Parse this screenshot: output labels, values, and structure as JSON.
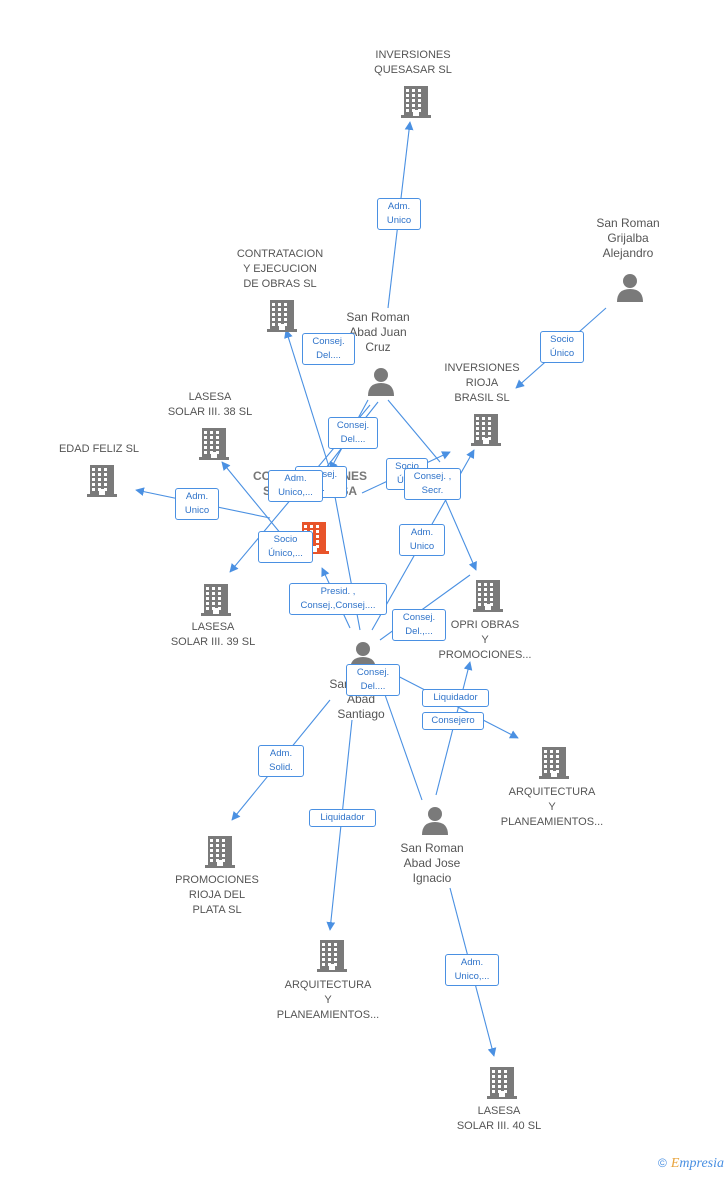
{
  "nodes": [
    {
      "id": "inv_quesasar",
      "type": "company",
      "label": "INVERSIONES\nQUESASAR SL"
    },
    {
      "id": "contratacion",
      "type": "company",
      "label": "CONTRATACION\nY EJECUCION\nDE OBRAS SL"
    },
    {
      "id": "sr_grijalba",
      "type": "person",
      "label": "San Roman\nGrijalba\nAlejandro"
    },
    {
      "id": "sr_juan_cruz",
      "type": "person",
      "label": "San Roman\nAbad Juan\nCruz"
    },
    {
      "id": "inv_rioja",
      "type": "company",
      "label": "INVERSIONES\nRIOJA\nBRASIL SL"
    },
    {
      "id": "lasesa38",
      "type": "company",
      "label": "LASESA\nSOLAR III.  38 SL"
    },
    {
      "id": "edad_feliz",
      "type": "company",
      "label": "EDAD FELIZ SL"
    },
    {
      "id": "center",
      "type": "focus",
      "label": "CONSTRUCCIONES\nSAN ROMAN SA"
    },
    {
      "id": "lasesa39",
      "type": "company",
      "label": "LASESA\nSOLAR III.  39 SL"
    },
    {
      "id": "opri",
      "type": "company",
      "label": "OPRI OBRAS\nY\nPROMOCIONES..."
    },
    {
      "id": "sr_santiago",
      "type": "person",
      "label": "San Roman\nAbad\nSantiago"
    },
    {
      "id": "arq1",
      "type": "company",
      "label": "ARQUITECTURA\nY\nPLANEAMIENTOS..."
    },
    {
      "id": "sr_jose",
      "type": "person",
      "label": "San Roman\nAbad Jose\nIgnacio"
    },
    {
      "id": "prom_rioja",
      "type": "company",
      "label": "PROMOCIONES\nRIOJA DEL\nPLATA SL"
    },
    {
      "id": "arq2",
      "type": "company",
      "label": "ARQUITECTURA\nY\nPLANEAMIENTOS..."
    },
    {
      "id": "lasesa40",
      "type": "company",
      "label": "LASESA\nSOLAR III.  40 SL"
    }
  ],
  "edge_labels": [
    {
      "id": "e_quesasar",
      "text": "Adm.\nUnico"
    },
    {
      "id": "e_grijalba",
      "text": "Socio\nÚnico"
    },
    {
      "id": "e_contrat",
      "text": "Consej.\nDel...."
    },
    {
      "id": "e_jc_center",
      "text": "Consej.\nDel...."
    },
    {
      "id": "e_jc_center2",
      "text": "Consej.\n..."
    },
    {
      "id": "e_jc_adm",
      "text": "Adm.\nUnico,..."
    },
    {
      "id": "e_jc_socio",
      "text": "Socio\nÚn..."
    },
    {
      "id": "e_jc_rioja",
      "text": "Consej. ,\nSecr."
    },
    {
      "id": "e_edad",
      "text": "Adm.\nUnico"
    },
    {
      "id": "e_socio_unico",
      "text": "Socio\nÚnico,..."
    },
    {
      "id": "e_adm_unico_opri",
      "text": "Adm.\nUnico"
    },
    {
      "id": "e_presid",
      "text": "Presid. ,\nConsej.,Consej...."
    },
    {
      "id": "e_opri_del",
      "text": "Consej.\nDel.,..."
    },
    {
      "id": "e_santiago_del",
      "text": "Consej.\nDel...."
    },
    {
      "id": "e_liquidador1",
      "text": "Liquidador"
    },
    {
      "id": "e_consejero",
      "text": "Consejero"
    },
    {
      "id": "e_solid",
      "text": "Adm.\nSolid."
    },
    {
      "id": "e_liquidador2",
      "text": "Liquidador"
    },
    {
      "id": "e_lasesa40",
      "text": "Adm.\nUnico,..."
    }
  ],
  "colors": {
    "edge": "#4a90e2",
    "icon": "#7a7a7a",
    "focus_icon": "#e8542a"
  },
  "footer": {
    "copyright": "©",
    "brand_first": "E",
    "brand_rest": "mpresia"
  }
}
